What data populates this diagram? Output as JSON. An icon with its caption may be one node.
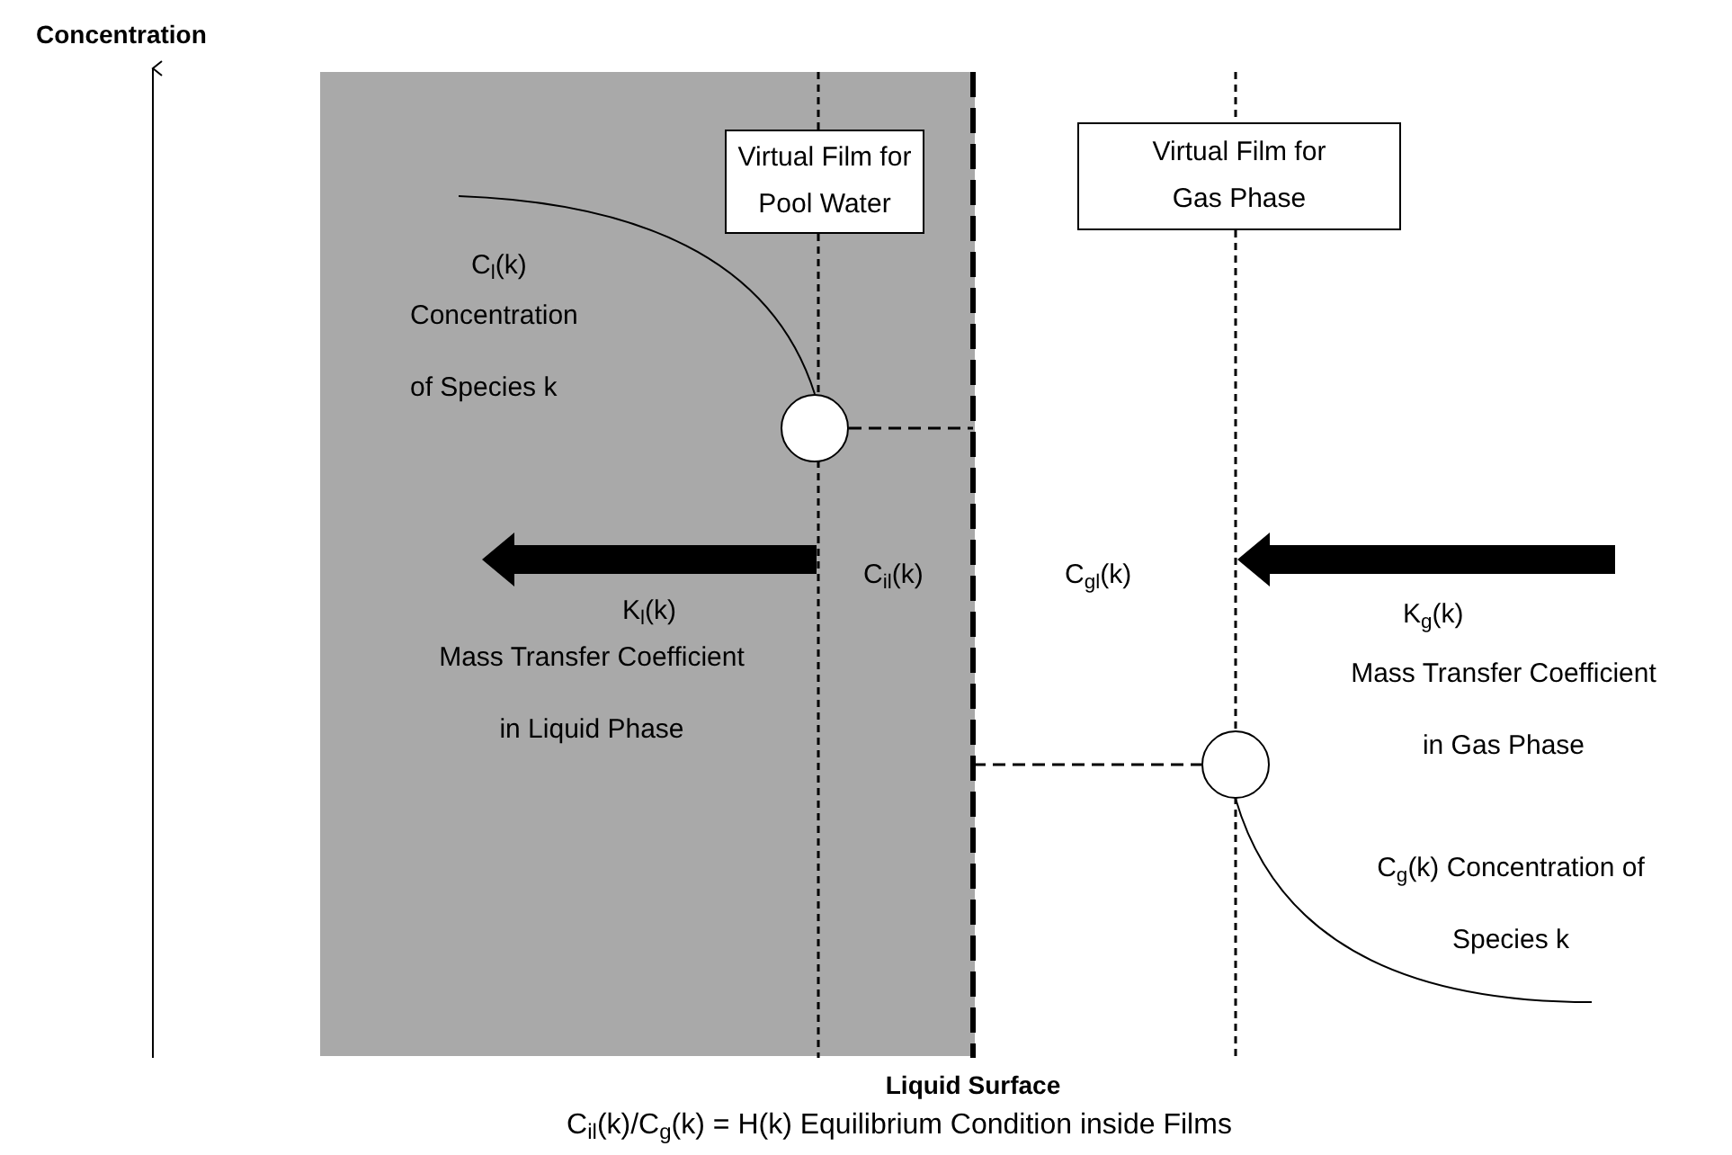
{
  "diagram": {
    "caption": "C$_{il}$(k)/C$_{g}$(k) = H(k) Equilibrium Condition inside Films",
    "nodes": [
      {
        "text": [
          "Virtual Film for Pool Water"
        ]
      },
      {
        "text": [
          "Virtual Film for Gas Phase"
        ]
      },
      {
        "text": [],
        "shape": "circle"
      },
      {
        "text": [],
        "shape": "circle"
      }
    ],
    "labels": [
      "Concentration",
      "C$_{l}$(k)",
      "Concentration of Species k",
      "C$_{il}$(k)",
      "K$_{l}$(k)",
      "Mass Transfer Coefficient in Liquid Phase",
      "C$_{gl}$(k)",
      "K$_{g}$(k)",
      "Mass Transfer Coefficient in Gas Phase",
      "C$_{g}$(k) Concentration of Species k",
      "Liquid Surface"
    ]
  }
}
